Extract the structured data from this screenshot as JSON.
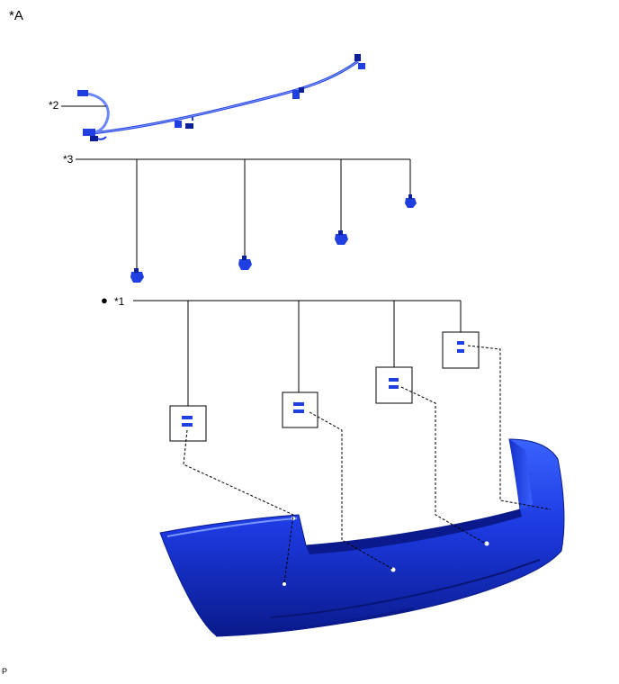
{
  "view_label": "*A",
  "callouts": {
    "bumper_cover": "*1",
    "wire_harness": "*2",
    "sensor": "*3"
  },
  "bullet_symbol": "●",
  "figure_code": "P",
  "colors": {
    "part_blue": "#1f3fe0",
    "part_dark": "#0b1f9a",
    "highlight": "#6a86ff",
    "line": "#000000"
  }
}
